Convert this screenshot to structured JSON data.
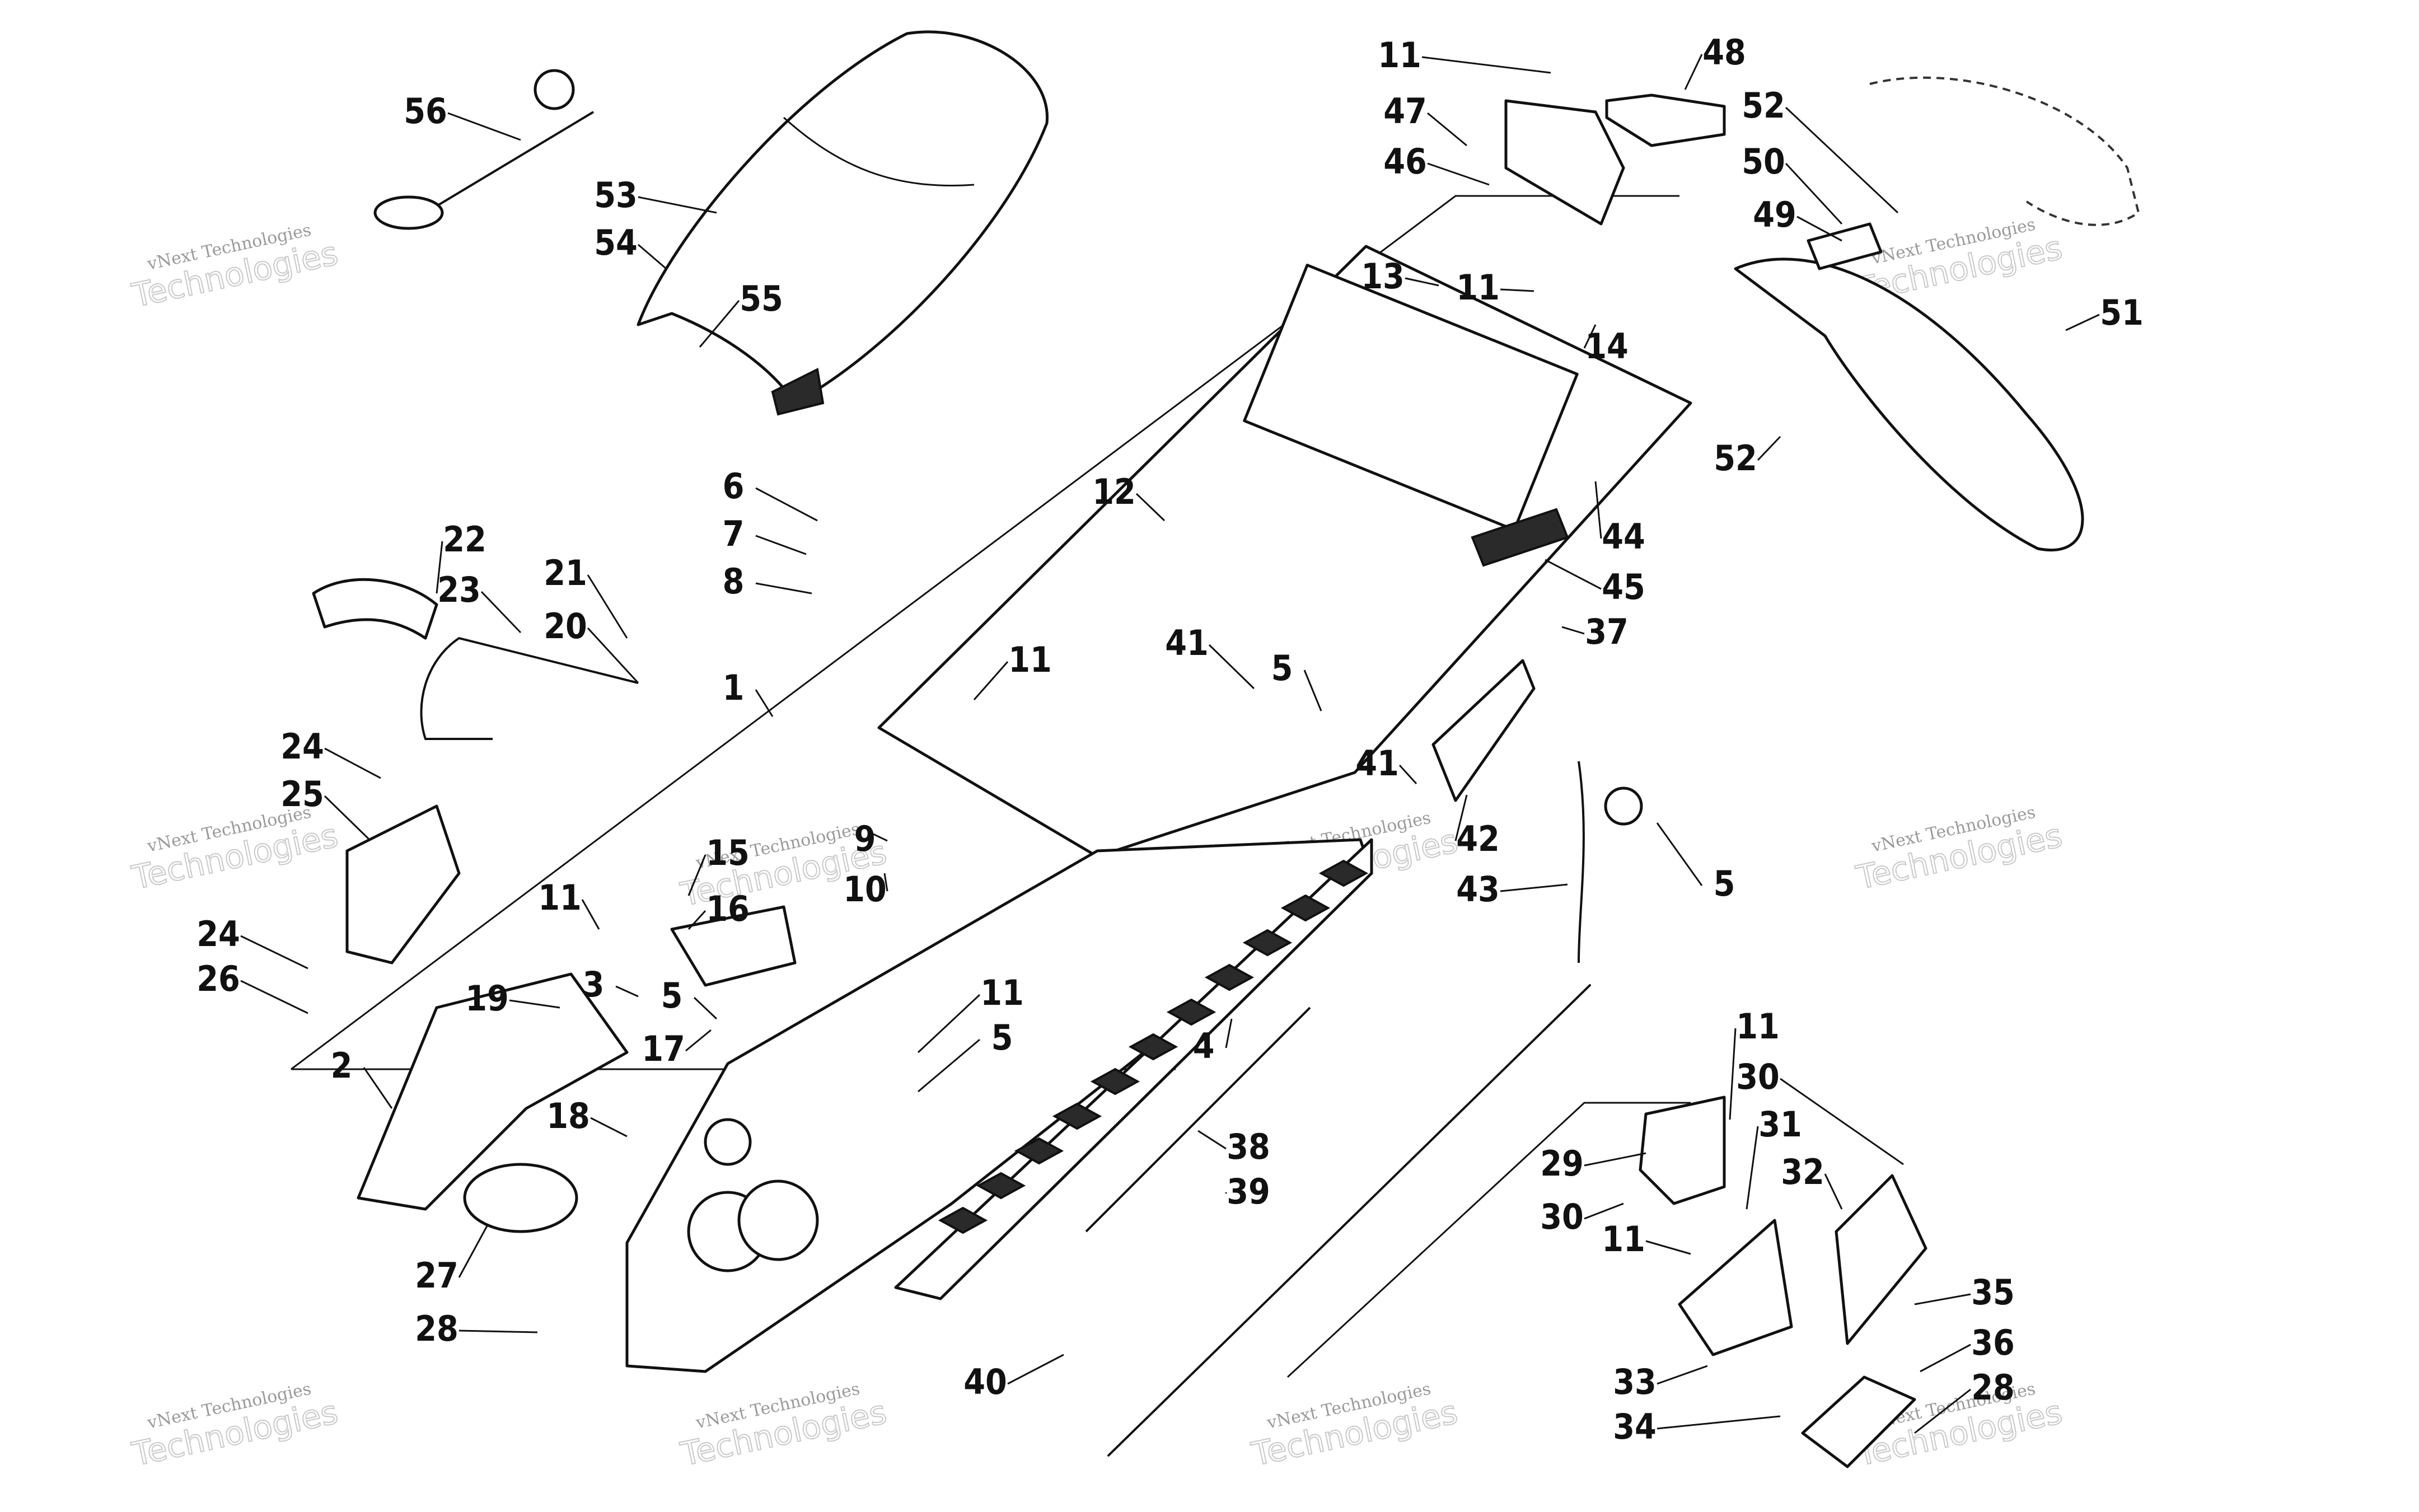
{
  "colors": {
    "ink": "#111111",
    "paper": "#ffffff",
    "watermark": "#c9c9c9"
  },
  "watermark": {
    "line1": "vNext Technologies",
    "line2": "Technologies"
  },
  "callouts": [
    {
      "id": "c1",
      "label": "1"
    },
    {
      "id": "c2",
      "label": "2"
    },
    {
      "id": "c3",
      "label": "3"
    },
    {
      "id": "c4",
      "label": "4"
    },
    {
      "id": "c5a",
      "label": "5"
    },
    {
      "id": "c5b",
      "label": "5"
    },
    {
      "id": "c5c",
      "label": "5"
    },
    {
      "id": "c5d",
      "label": "5"
    },
    {
      "id": "c6",
      "label": "6"
    },
    {
      "id": "c7",
      "label": "7"
    },
    {
      "id": "c8",
      "label": "8"
    },
    {
      "id": "c9",
      "label": "9"
    },
    {
      "id": "c10",
      "label": "10"
    },
    {
      "id": "c11a",
      "label": "11"
    },
    {
      "id": "c11b",
      "label": "11"
    },
    {
      "id": "c11c",
      "label": "11"
    },
    {
      "id": "c11d",
      "label": "11"
    },
    {
      "id": "c11e",
      "label": "11"
    },
    {
      "id": "c11f",
      "label": "11"
    },
    {
      "id": "c11g",
      "label": "11"
    },
    {
      "id": "c12",
      "label": "12"
    },
    {
      "id": "c13",
      "label": "13"
    },
    {
      "id": "c14",
      "label": "14"
    },
    {
      "id": "c15",
      "label": "15"
    },
    {
      "id": "c16",
      "label": "16"
    },
    {
      "id": "c17",
      "label": "17"
    },
    {
      "id": "c18",
      "label": "18"
    },
    {
      "id": "c19",
      "label": "19"
    },
    {
      "id": "c20",
      "label": "20"
    },
    {
      "id": "c21",
      "label": "21"
    },
    {
      "id": "c22",
      "label": "22"
    },
    {
      "id": "c23",
      "label": "23"
    },
    {
      "id": "c24a",
      "label": "24"
    },
    {
      "id": "c24b",
      "label": "24"
    },
    {
      "id": "c25",
      "label": "25"
    },
    {
      "id": "c26",
      "label": "26"
    },
    {
      "id": "c27",
      "label": "27"
    },
    {
      "id": "c28a",
      "label": "28"
    },
    {
      "id": "c28b",
      "label": "28"
    },
    {
      "id": "c29",
      "label": "29"
    },
    {
      "id": "c30a",
      "label": "30"
    },
    {
      "id": "c30b",
      "label": "30"
    },
    {
      "id": "c31",
      "label": "31"
    },
    {
      "id": "c32",
      "label": "32"
    },
    {
      "id": "c33",
      "label": "33"
    },
    {
      "id": "c34",
      "label": "34"
    },
    {
      "id": "c35",
      "label": "35"
    },
    {
      "id": "c36",
      "label": "36"
    },
    {
      "id": "c37",
      "label": "37"
    },
    {
      "id": "c38",
      "label": "38"
    },
    {
      "id": "c39",
      "label": "39"
    },
    {
      "id": "c40",
      "label": "40"
    },
    {
      "id": "c41a",
      "label": "41"
    },
    {
      "id": "c41b",
      "label": "41"
    },
    {
      "id": "c42",
      "label": "42"
    },
    {
      "id": "c43",
      "label": "43"
    },
    {
      "id": "c44",
      "label": "44"
    },
    {
      "id": "c45",
      "label": "45"
    },
    {
      "id": "c46",
      "label": "46"
    },
    {
      "id": "c47",
      "label": "47"
    },
    {
      "id": "c48",
      "label": "48"
    },
    {
      "id": "c49",
      "label": "49"
    },
    {
      "id": "c50",
      "label": "50"
    },
    {
      "id": "c51",
      "label": "51"
    },
    {
      "id": "c52a",
      "label": "52"
    },
    {
      "id": "c52b",
      "label": "52"
    },
    {
      "id": "c53",
      "label": "53"
    },
    {
      "id": "c54",
      "label": "54"
    },
    {
      "id": "c55",
      "label": "55"
    },
    {
      "id": "c56",
      "label": "56"
    }
  ]
}
